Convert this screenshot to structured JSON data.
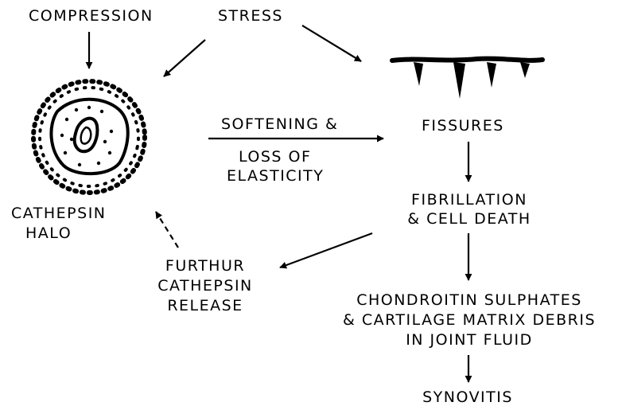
{
  "nodes": {
    "compression": "COMPRESSION",
    "stress": "STRESS",
    "cathepsin_halo": [
      "CATHEPSIN",
      "HALO"
    ],
    "softening": [
      "SOFTENING &",
      "LOSS OF",
      "ELASTICITY"
    ],
    "fissures": "FISSURES",
    "fibrillation": [
      "FIBRILLATION",
      "& CELL DEATH"
    ],
    "further_release": [
      "FURTHUR",
      "CATHEPSIN",
      "RELEASE"
    ],
    "chondroitin": [
      "CHONDROITIN SULPHATES",
      "& CARTILAGE MATRIX DEBRIS",
      "IN JOINT FLUID"
    ],
    "synovitis": "SYNOVITIS"
  },
  "colors": {
    "ink": "#000000",
    "background": "#ffffff"
  }
}
